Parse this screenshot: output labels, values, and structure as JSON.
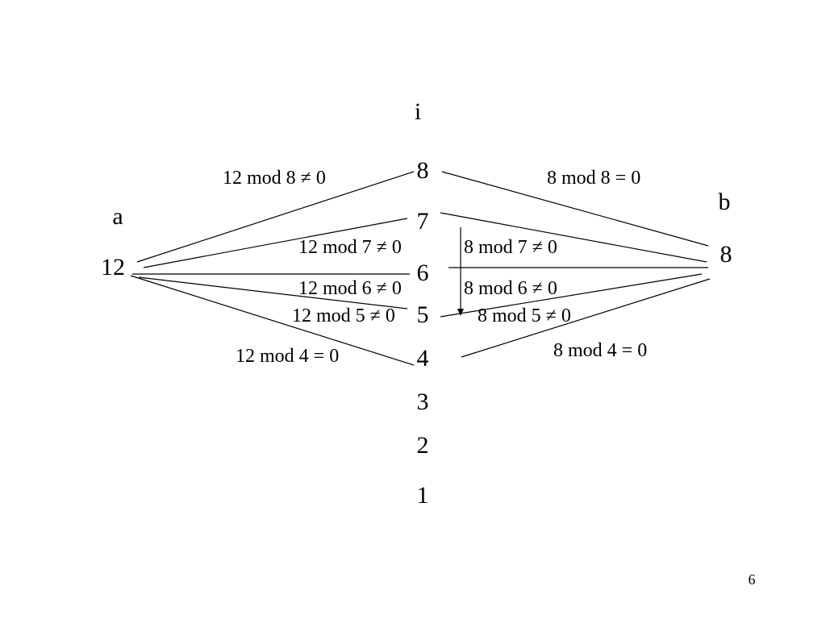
{
  "slide": {
    "i_label": "i",
    "a_label": "a",
    "b_label": "b",
    "a_value": "12",
    "b_value": "8",
    "i_values": [
      "8",
      "7",
      "6",
      "5",
      "4",
      "3",
      "2",
      "1"
    ],
    "left_equations": {
      "eq8": "12 mod 8 ≠ 0",
      "eq7": "12 mod 7 ≠ 0",
      "eq6": "12 mod 6 ≠ 0",
      "eq5": "12 mod 5 ≠ 0",
      "eq4": "12 mod 4 = 0"
    },
    "right_equations": {
      "eq8": "8 mod 8 = 0",
      "eq7": "8 mod 7 ≠ 0",
      "eq6": "8 mod 6 ≠ 0",
      "eq5": "8 mod 5 ≠ 0",
      "eq4": "8 mod 4 = 0"
    },
    "page_number": "6"
  }
}
